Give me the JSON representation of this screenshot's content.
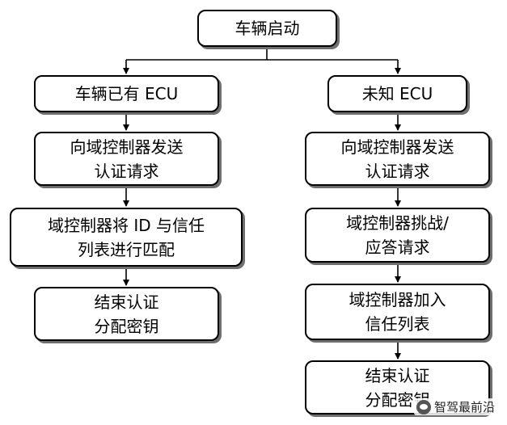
{
  "diagram": {
    "start": "车辆启动",
    "left": {
      "header": "车辆已有 ECU",
      "steps": [
        [
          "向域控制器发送",
          "认证请求"
        ],
        [
          "域控制器将 ID 与信任",
          "列表进行匹配"
        ],
        [
          "结束认证",
          "分配密钥"
        ]
      ]
    },
    "right": {
      "header": "未知 ECU",
      "steps": [
        [
          "向域控制器发送",
          "认证请求"
        ],
        [
          "域控制器挑战/",
          "应答请求"
        ],
        [
          "域控制器加入",
          "信任列表"
        ],
        [
          "结束认证",
          "分配密钥"
        ]
      ]
    }
  },
  "watermark": {
    "text": "智驾最前沿",
    "icon": "wechat-logo-icon"
  }
}
